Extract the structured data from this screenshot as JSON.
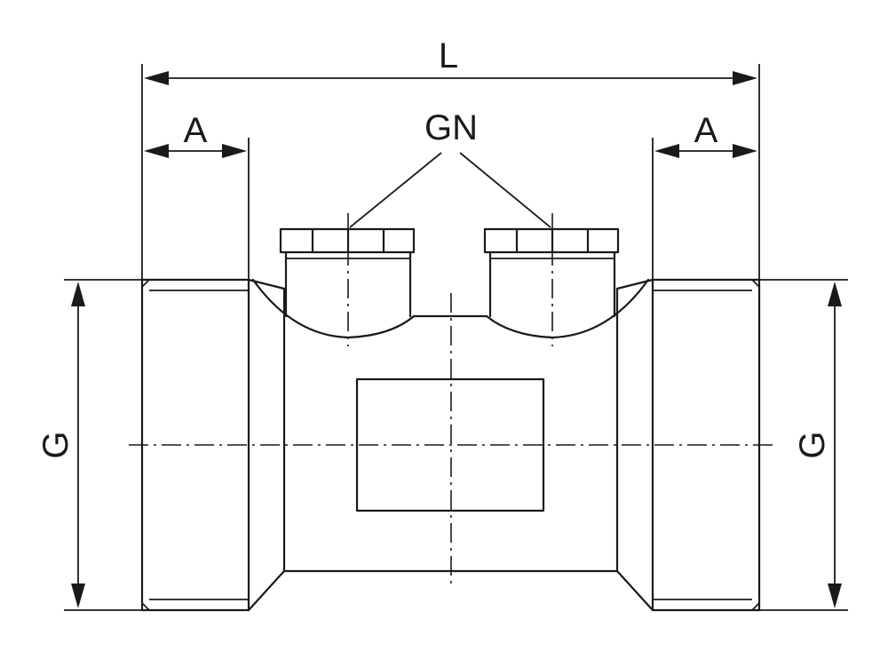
{
  "labels": {
    "overall_length": "L",
    "thread_length_left": "A",
    "thread_length_right": "A",
    "gauge_ports": "GN",
    "thread_size_left": "G",
    "thread_size_right": "G"
  }
}
